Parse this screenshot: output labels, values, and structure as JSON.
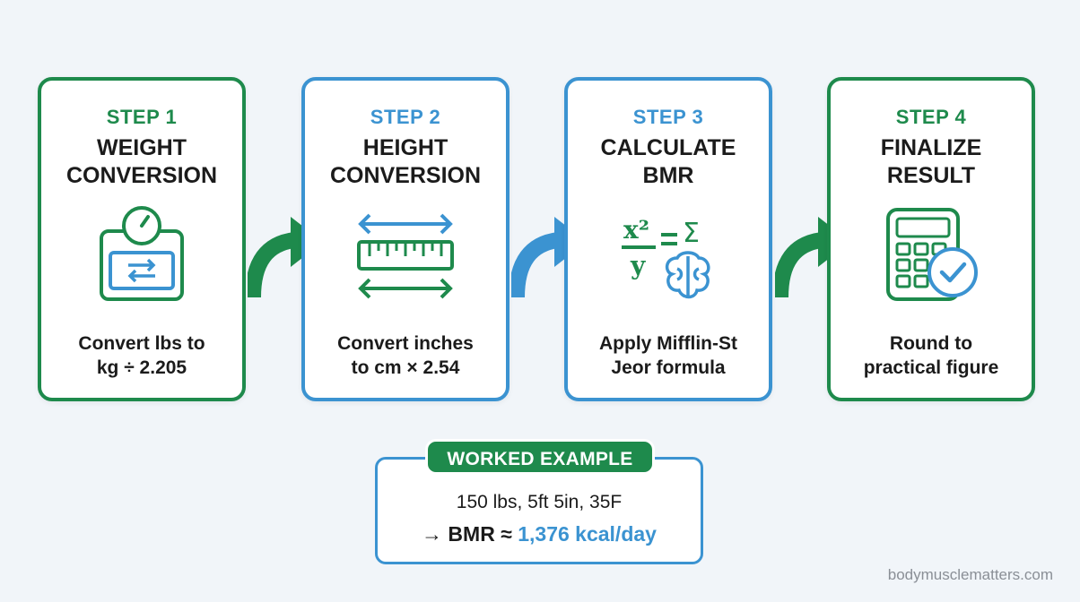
{
  "steps": [
    {
      "label": "STEP 1",
      "title": "WEIGHT\nCONVERSION",
      "description": "Convert lbs to\nkg ÷ 2.205",
      "icon": "scale-icon",
      "color": "#1e8a4c"
    },
    {
      "label": "STEP 2",
      "title": "HEIGHT\nCONVERSION",
      "description": "Convert inches\nto cm × 2.54",
      "icon": "ruler-icon",
      "color": "#3b93d1"
    },
    {
      "label": "STEP 3",
      "title": "CALCULATE\nBMR",
      "description": "Apply Mifflin-St\nJeor formula",
      "icon": "formula-brain-icon",
      "color": "#3b93d1"
    },
    {
      "label": "STEP 4",
      "title": "FINALIZE\nRESULT",
      "description": "Round to\npractical figure",
      "icon": "calculator-check-icon",
      "color": "#1e8a4c"
    }
  ],
  "example": {
    "badge": "WORKED EXAMPLE",
    "inputs": "150 lbs, 5ft 5in, 35F",
    "result_prefix": "→ BMR ≈ ",
    "result_value": "1,376 kcal/day"
  },
  "footer": "bodymusclematters.com",
  "colors": {
    "green": "#1e8a4c",
    "blue": "#3b93d1",
    "background": "#f1f5f9"
  }
}
